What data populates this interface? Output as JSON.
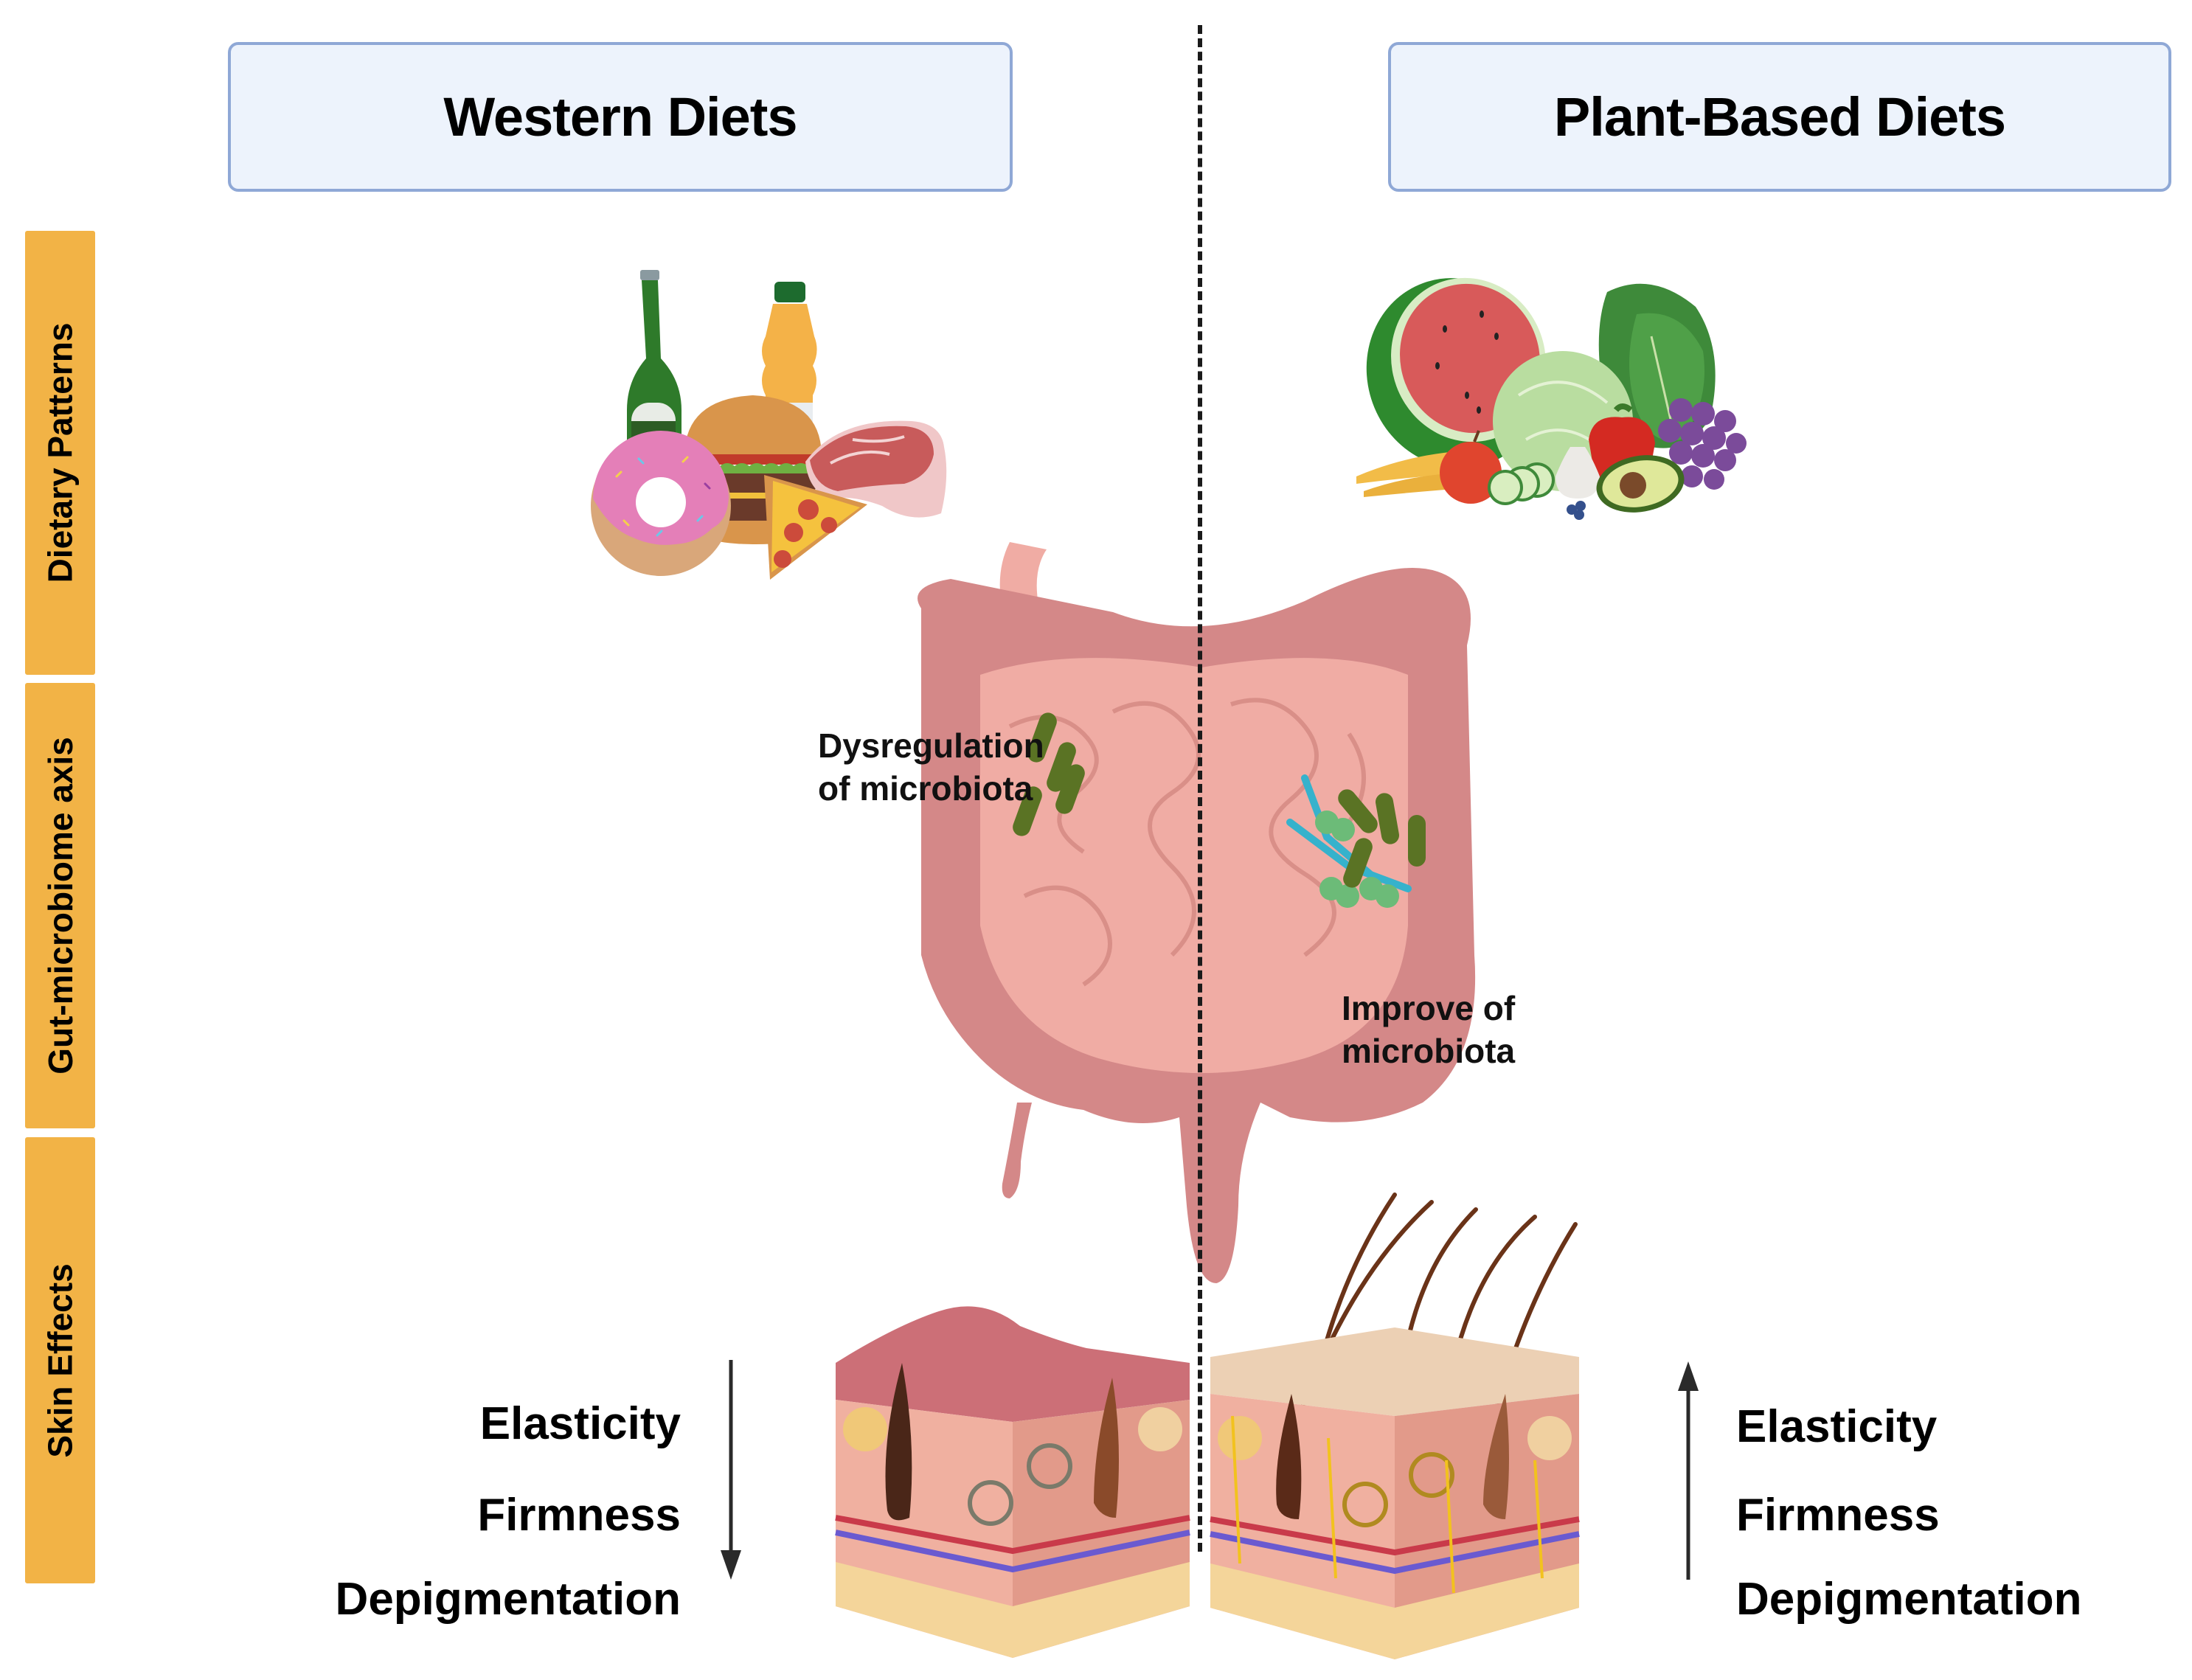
{
  "headers": {
    "western": "Western Diets",
    "plant": "Plant-Based Diets"
  },
  "row_labels": [
    "Dietary Patterns",
    "Gut-microbiome axis",
    "Skin Effects"
  ],
  "gut_annotations": {
    "western_line1": "Dysregulation",
    "western_line2": "of microbiota",
    "plant_line1": "Improve of",
    "plant_line2": "microbiota"
  },
  "skin_effects": {
    "western": {
      "direction": "decrease",
      "items": [
        "Elasticity",
        "Firmness",
        "Depigmentation"
      ]
    },
    "plant": {
      "direction": "increase",
      "items": [
        "Elasticity",
        "Firmness",
        "Depigmentation"
      ]
    }
  },
  "illustrations": {
    "western_food": [
      "beer bottle",
      "juice bottle",
      "burger",
      "donut",
      "pizza slice",
      "steak"
    ],
    "plant_food": [
      "watermelon",
      "leafy greens",
      "cabbage",
      "red pepper",
      "grapes",
      "carrots",
      "apple",
      "cucumber",
      "garlic",
      "avocado",
      "blueberries"
    ],
    "gut": "intestines with microbiota",
    "skin_western": "damaged skin cross-section",
    "skin_plant": "healthy skin cross-section with hair"
  },
  "colors": {
    "header_fill": "#edf3fc",
    "header_border": "#8fa8d6",
    "side_label_fill": "#f2b346",
    "gut_colon": "#d48888",
    "gut_small_intestine": "#f0aca4",
    "bacteria_rod": "#5a7324",
    "bacteria_cocci": "#6cbb78",
    "bacteria_filament": "#36b2cc"
  }
}
